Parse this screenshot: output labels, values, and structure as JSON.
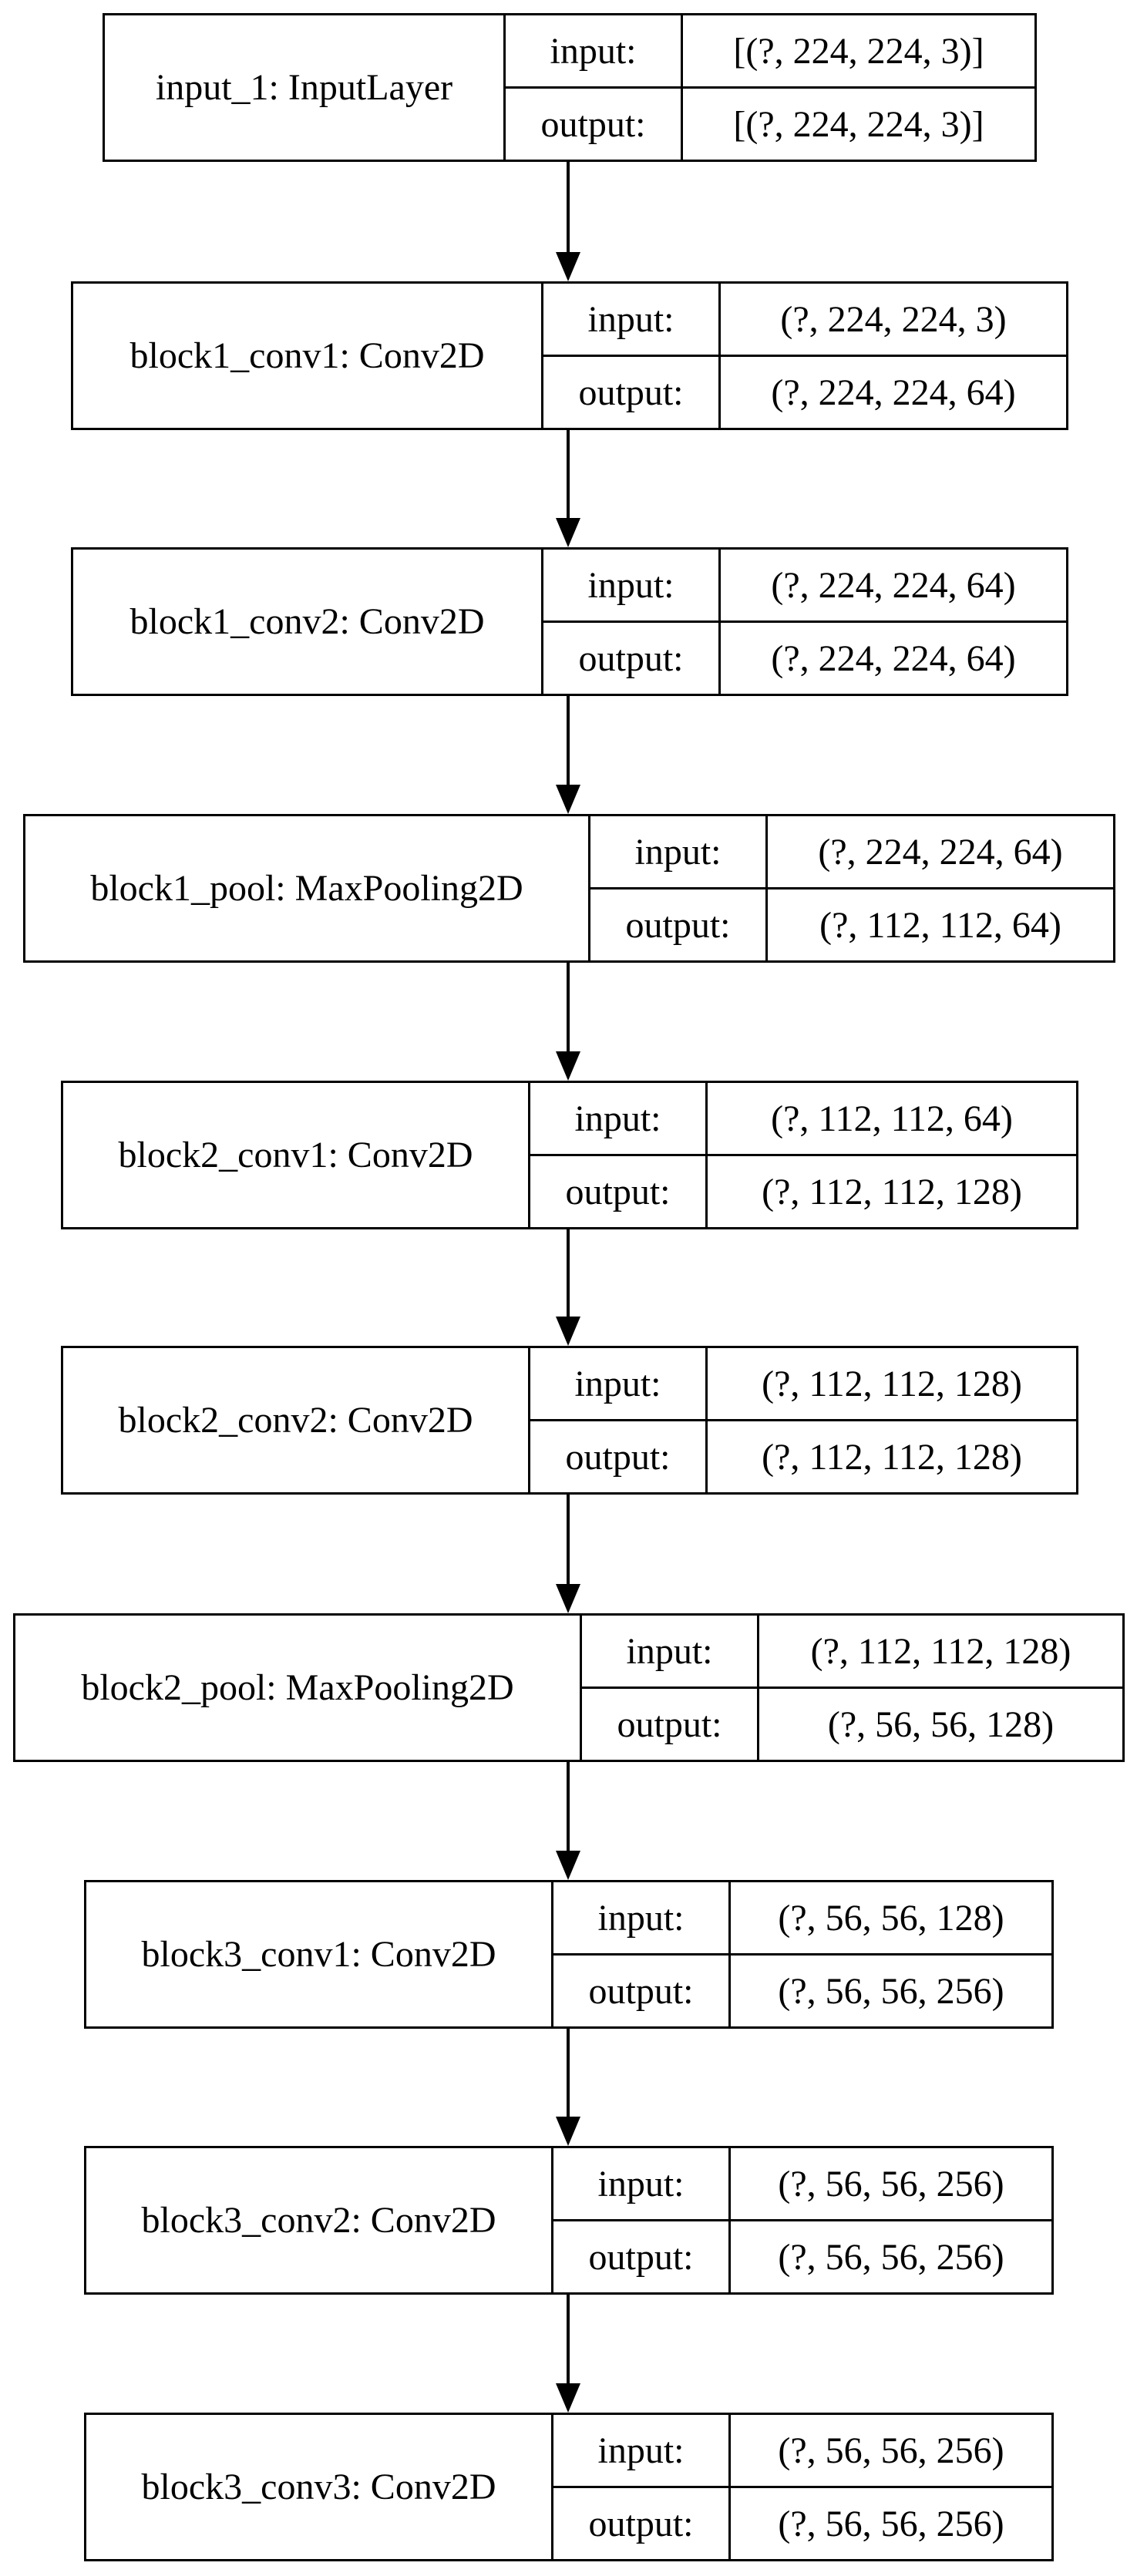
{
  "diagram": {
    "nodes": [
      {
        "name": "input_1: InputLayer",
        "input_label": "input:",
        "output_label": "output:",
        "input": "[(?, 224, 224, 3)]",
        "output": "[(?, 224, 224, 3)]"
      },
      {
        "name": "block1_conv1: Conv2D",
        "input_label": "input:",
        "output_label": "output:",
        "input": "(?, 224, 224, 3)",
        "output": "(?, 224, 224, 64)"
      },
      {
        "name": "block1_conv2: Conv2D",
        "input_label": "input:",
        "output_label": "output:",
        "input": "(?, 224, 224, 64)",
        "output": "(?, 224, 224, 64)"
      },
      {
        "name": "block1_pool: MaxPooling2D",
        "input_label": "input:",
        "output_label": "output:",
        "input": "(?, 224, 224, 64)",
        "output": "(?, 112, 112, 64)"
      },
      {
        "name": "block2_conv1: Conv2D",
        "input_label": "input:",
        "output_label": "output:",
        "input": "(?, 112, 112, 64)",
        "output": "(?, 112, 112, 128)"
      },
      {
        "name": "block2_conv2: Conv2D",
        "input_label": "input:",
        "output_label": "output:",
        "input": "(?, 112, 112, 128)",
        "output": "(?, 112, 112, 128)"
      },
      {
        "name": "block2_pool: MaxPooling2D",
        "input_label": "input:",
        "output_label": "output:",
        "input": "(?, 112, 112, 128)",
        "output": "(?, 56, 56, 128)"
      },
      {
        "name": "block3_conv1: Conv2D",
        "input_label": "input:",
        "output_label": "output:",
        "input": "(?, 56, 56, 128)",
        "output": "(?, 56, 56, 256)"
      },
      {
        "name": "block3_conv2: Conv2D",
        "input_label": "input:",
        "output_label": "output:",
        "input": "(?, 56, 56, 256)",
        "output": "(?, 56, 56, 256)"
      },
      {
        "name": "block3_conv3: Conv2D",
        "input_label": "input:",
        "output_label": "output:",
        "input": "(?, 56, 56, 256)",
        "output": "(?, 56, 56, 256)"
      }
    ],
    "edges": [
      {
        "from": 0,
        "to": 1
      },
      {
        "from": 1,
        "to": 2
      },
      {
        "from": 2,
        "to": 3
      },
      {
        "from": 3,
        "to": 4
      },
      {
        "from": 4,
        "to": 5
      },
      {
        "from": 5,
        "to": 6
      },
      {
        "from": 6,
        "to": 7
      },
      {
        "from": 7,
        "to": 8
      },
      {
        "from": 8,
        "to": 9
      }
    ],
    "colors": {
      "stroke": "#000000",
      "background": "#ffffff"
    }
  }
}
